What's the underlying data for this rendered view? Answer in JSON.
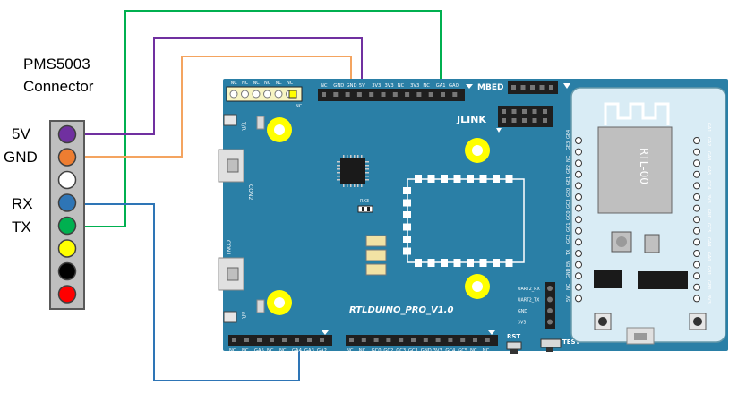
{
  "connector": {
    "title_line1": "PMS5003",
    "title_line2": "Connector",
    "labels": [
      "5V",
      "GND",
      "RX",
      "TX"
    ],
    "pins": [
      {
        "color": "#7030a0"
      },
      {
        "color": "#ed7d31"
      },
      {
        "color": "#ffffff"
      },
      {
        "color": "#2e75b6"
      },
      {
        "color": "#00b050"
      },
      {
        "color": "#ffff00"
      },
      {
        "color": "#000000"
      },
      {
        "color": "#ff0000"
      }
    ]
  },
  "wires": {
    "purple": "#7030a0",
    "orange": "#f4a460",
    "blue": "#2e75b6",
    "green": "#00b050"
  },
  "board": {
    "name": "RTLDUINO_PRO_V1.0",
    "color": "#2a7fa6",
    "top_header_left": [
      "NC",
      "NC",
      "NC",
      "NC",
      "NC",
      "NC"
    ],
    "top_header_left_sub": "NC",
    "top_header_main": [
      "NC",
      "GND",
      "GND",
      "5V",
      "3V3",
      "3V3",
      "NC",
      "3V3",
      "NC",
      "GA1",
      "GA0"
    ],
    "mbed": "MBED",
    "jlink": "JLINK",
    "tr": "T/R",
    "con2": "CON2",
    "con1": "CON1",
    "nr": "nR",
    "rx3": "RX3",
    "bottom_header_left": [
      "NC",
      "NC",
      "GA5",
      "NC",
      "NC",
      "GA4",
      "GA3",
      "GA2"
    ],
    "bottom_header_right": [
      "NC",
      "NC",
      "GC0",
      "GC2",
      "GC3",
      "GC1",
      "GND",
      "3V3",
      "GC4",
      "GC5",
      "NC",
      "NC"
    ],
    "uart_labels": [
      "UART2_RX",
      "UART2_TX",
      "GND",
      "3V3"
    ],
    "rst": "RST",
    "test": "TEST",
    "module_name": "RTL-00",
    "module_left_pins": [
      "GE4",
      "GE3",
      "NC",
      "GE2",
      "GE1",
      "GE0",
      "GC3",
      "GC0",
      "GC1",
      "GC2",
      "TX",
      "EN",
      "GND",
      "NC",
      "5V"
    ],
    "module_right_pins": [
      "GA1",
      "GA2",
      "GA3",
      "GA5",
      "GC4",
      "3V3",
      "GND",
      "GC5",
      "GA4",
      "GA0",
      "GB1",
      "GB0",
      "3V3"
    ]
  }
}
